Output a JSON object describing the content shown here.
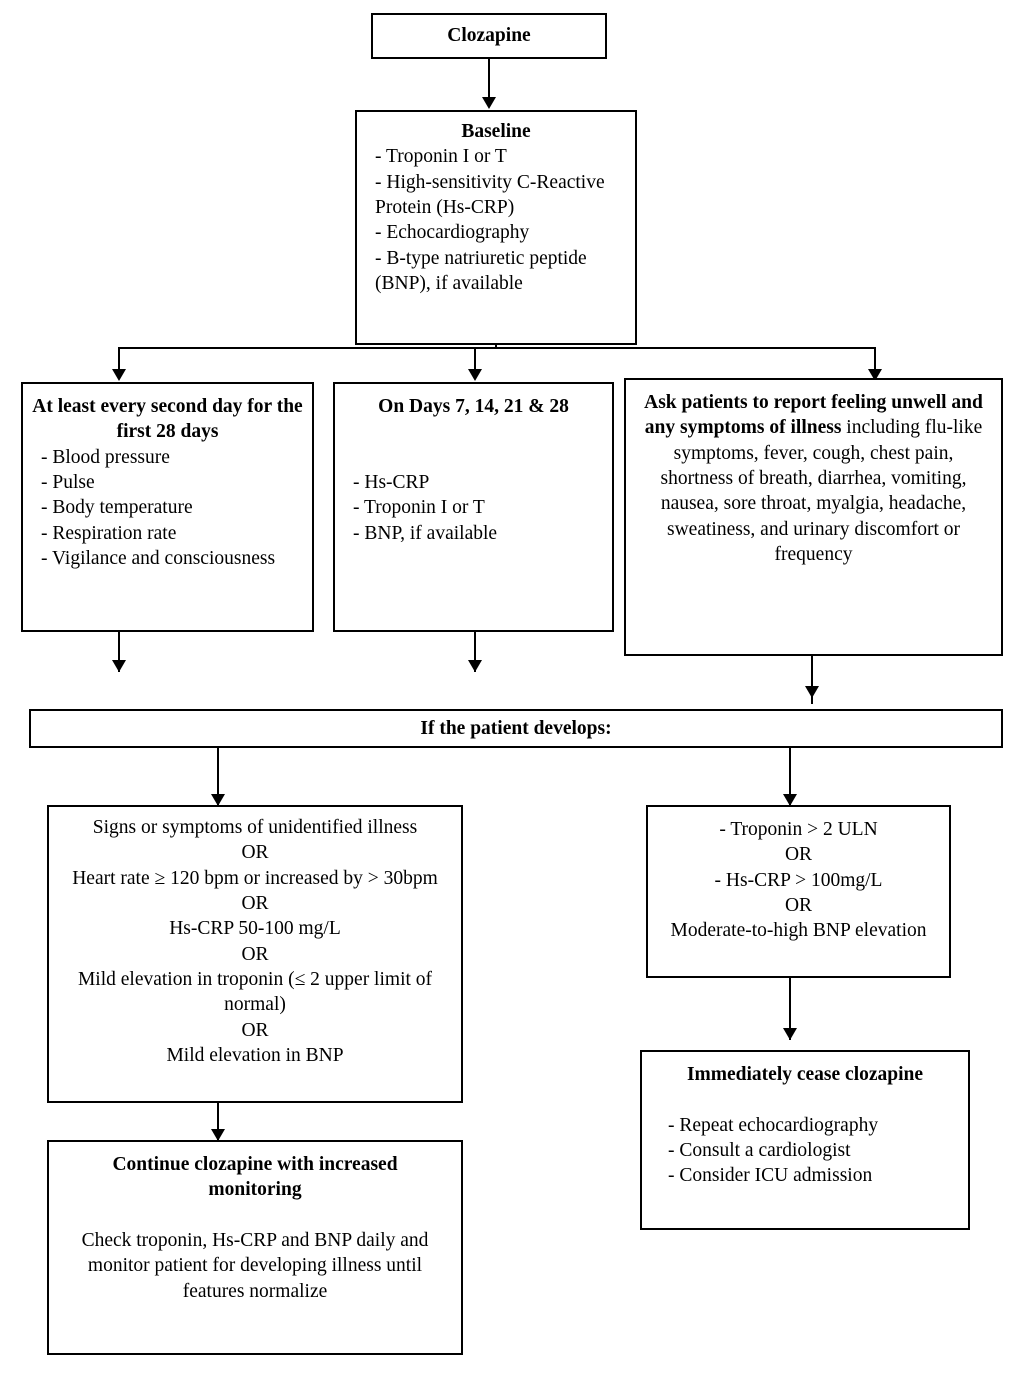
{
  "diagram": {
    "title": "Clozapine monitoring flowchart",
    "line_color": "#000000",
    "box_border_color": "#000000",
    "background_color": "#ffffff"
  },
  "nodes": {
    "clozapine": {
      "label": "Clozapine"
    },
    "baseline": {
      "heading": "Baseline",
      "items": [
        "- Troponin I or T",
        "- High-sensitivity C-Reactive Protein (Hs-CRP)",
        "- Echocardiography",
        "- B-type natriuretic peptide (BNP), if available"
      ]
    },
    "vitals": {
      "heading": "At least every second day for the first 28 days",
      "items": [
        "- Blood pressure",
        "- Pulse",
        "- Body temperature",
        "- Respiration rate",
        "- Vigilance and consciousness"
      ]
    },
    "scheduled_tests": {
      "heading": "On Days 7, 14, 21 & 28",
      "items": [
        "- Hs-CRP",
        "- Troponin I or T",
        "- BNP, if available"
      ]
    },
    "ask_patients": {
      "bold_part": "Ask patients to report feeling unwell and any symptoms of illness",
      "regular_part": " including flu-like symptoms, fever, cough, chest pain, shortness of breath, diarrhea, vomiting, nausea, sore throat, myalgia, headache, sweatiness, and urinary discomfort or frequency"
    },
    "develops_bar": {
      "label": "If the patient develops:"
    },
    "mild_criteria": {
      "lines": [
        "Signs or symptoms of unidentified illness",
        "OR",
        "Heart rate ≥ 120 bpm or increased by > 30bpm",
        "OR",
        "Hs-CRP 50-100 mg/L",
        "OR",
        "Mild elevation in troponin (≤ 2 upper limit of normal)",
        "OR",
        "Mild elevation in BNP"
      ]
    },
    "severe_criteria": {
      "lines": [
        "- Troponin > 2 ULN",
        "OR",
        "- Hs-CRP > 100mg/L",
        "OR",
        "Moderate-to-high BNP elevation"
      ]
    },
    "continue_clozapine": {
      "heading": "Continue clozapine with increased monitoring",
      "body": "Check troponin, Hs-CRP and BNP daily and monitor patient for developing illness until features normalize"
    },
    "cease_clozapine": {
      "heading": "Immediately cease clozapine",
      "items": [
        "- Repeat echocardiography",
        "- Consult a cardiologist",
        "- Consider ICU admission"
      ]
    }
  }
}
